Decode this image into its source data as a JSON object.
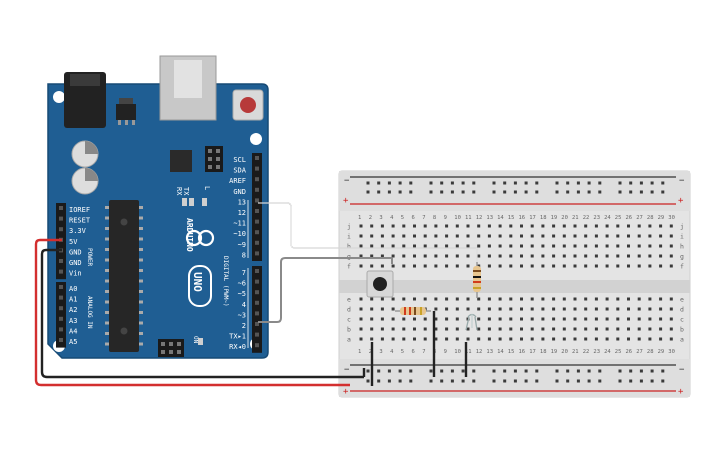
{
  "colors": {
    "board": "#1f5e93",
    "board_dark": "#174a75",
    "wire_red": "#d32f2f",
    "wire_black": "#222222",
    "wire_gray": "#8a8a8a",
    "breadboard": "#e6e6e6",
    "rail_red": "#cc2222",
    "rail_black": "#333333"
  },
  "arduino": {
    "logo_text": "ARDUINO",
    "model": "UNO",
    "tx_label": "TX",
    "rx_label": "RX",
    "l_label": "L",
    "on_label": "ON",
    "power_label": "POWER",
    "analog_label": "ANALOG IN",
    "digital_label": "DIGITAL (PWM~)",
    "top_header": [
      "SCL",
      "SDA",
      "AREF",
      "GND",
      "13",
      "12",
      "~11",
      "~10",
      "~9",
      "8"
    ],
    "bottom_header": [
      "7",
      "~6",
      "~5",
      "4",
      "~3",
      "2",
      "TX▸1",
      "RX◂0"
    ],
    "power_header": [
      "IOREF",
      "RESET",
      "3.3V",
      "5V",
      "GND",
      "GND",
      "Vin"
    ],
    "analog_header": [
      "A0",
      "A1",
      "A2",
      "A3",
      "A4",
      "A5"
    ]
  },
  "breadboard": {
    "rows_top": [
      "j",
      "i",
      "h",
      "g",
      "f"
    ],
    "rows_bottom": [
      "e",
      "d",
      "c",
      "b",
      "a"
    ],
    "rail_minus": "−",
    "rail_plus": "+",
    "column_count": 30
  },
  "components": {
    "pushbutton": "pushbutton",
    "resistor_vertical": "resistor",
    "resistor_horizontal": "resistor",
    "led": "led"
  }
}
